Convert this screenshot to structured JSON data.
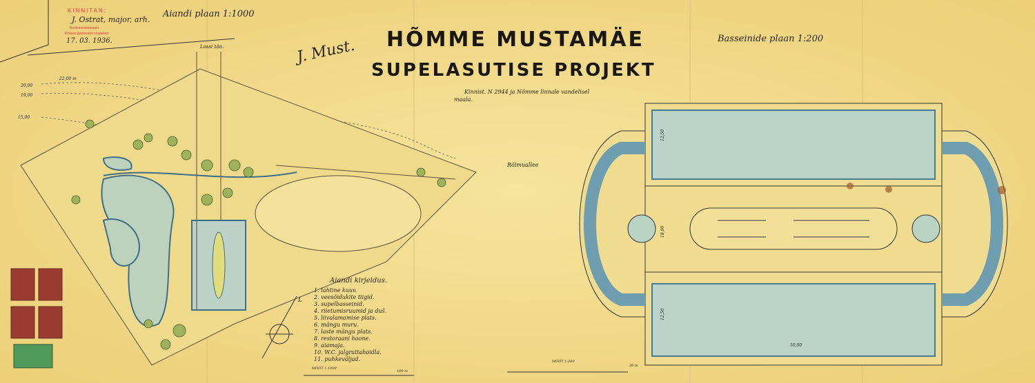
{
  "title": {
    "line1": "HÕMME MUSTAMÄE",
    "line2": "SUPELASUTISE PROJEKT",
    "subtitle1": "Kinnist. N 2944 ja Nõmme linnale vandelisel",
    "subtitle2": "maala."
  },
  "stamp": {
    "header": "KINNITAN:",
    "signature": "J. Ostrat, major, arh.",
    "line1": "Teedeministeeriumi",
    "line2": "Ehituse järelevalve inspektor",
    "date": "17. 03. 1936."
  },
  "signature": "J. Must.",
  "park_plan": {
    "heading": "Aiandi plaan 1:1000",
    "street_label": "Lossi tän.",
    "alley_label": "Rõimuallee",
    "contours": [
      "20,00",
      "19,00",
      "15,00"
    ],
    "contour_top": "22,00 m",
    "scale_label": "MÕÕT 1:1000",
    "scale_end": "100 m",
    "north": "L"
  },
  "legend": {
    "heading": "Aiandi kirjeldus.",
    "items": [
      "1. lahtine kuuv.",
      "2. veesõidukite tiigid.",
      "3. supelbasseinid.",
      "4. riietumisruumid ja duš.",
      "5. liivalamamise plats.",
      "6. mängu muru.",
      "7. laste mängu plats.",
      "8. restoraani hoone.",
      "9. aiamaja.",
      "10. W.C. jalgrattahoidla.",
      "11. puhkeväljad."
    ]
  },
  "pool_plan": {
    "heading": "Basseinide plaan 1:200",
    "dim_top": "12,50",
    "dim_mid": "18,00",
    "dim_bottom": "12,50",
    "dim_length": "50,00",
    "scale_label": "MÕÕT 1:200",
    "scale_end": "20 m"
  },
  "colors": {
    "paper": "#f2dc8c",
    "water": "#b9d3c4",
    "tree": "#9db35a",
    "stamp": "#e23a3a",
    "revenue_stamp": "#9a3b32"
  }
}
